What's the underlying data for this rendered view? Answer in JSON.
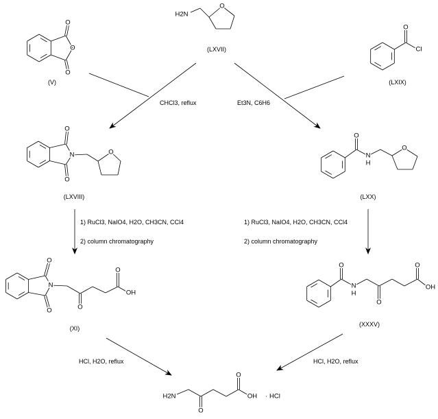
{
  "compounds": {
    "phthalic_anhydride": {
      "label": "(V)"
    },
    "amine": {
      "label": "(LXVII)",
      "amine_group": "H2N"
    },
    "benzoyl_chloride": {
      "label": "(LXIX)",
      "halogen": "Cl"
    },
    "phthalimide_thf": {
      "label": "(LXVIII)"
    },
    "benzamide_thf": {
      "label": "(LXX)"
    },
    "phthalimide_acid": {
      "label": "(XI)",
      "acid_group": "OH"
    },
    "benzamide_acid": {
      "label": "(XXXV)",
      "acid_group": "OH"
    },
    "product": {
      "amine_group": "H2N",
      "acid_group": "OH",
      "salt": "· HCl"
    }
  },
  "atoms": {
    "oxygen": "O",
    "nitrogen": "N",
    "hydrogen": "H"
  },
  "reagents": {
    "step1_left": "CHCl3, reflux",
    "step1_right": "Et3N, C6H6",
    "step2_left_a": "1) RuCl3, NaIO4, H2O, CH3CN, CCl4",
    "step2_left_b": "2) column chromatography",
    "step2_right_a": "1) RuCl3, NaIO4, H2O, CH3CN, CCl4",
    "step2_right_b": "2) column chromatography",
    "step3_left": "HCl, H2O, reflux",
    "step3_right": "HCl, H2O, reflux"
  }
}
